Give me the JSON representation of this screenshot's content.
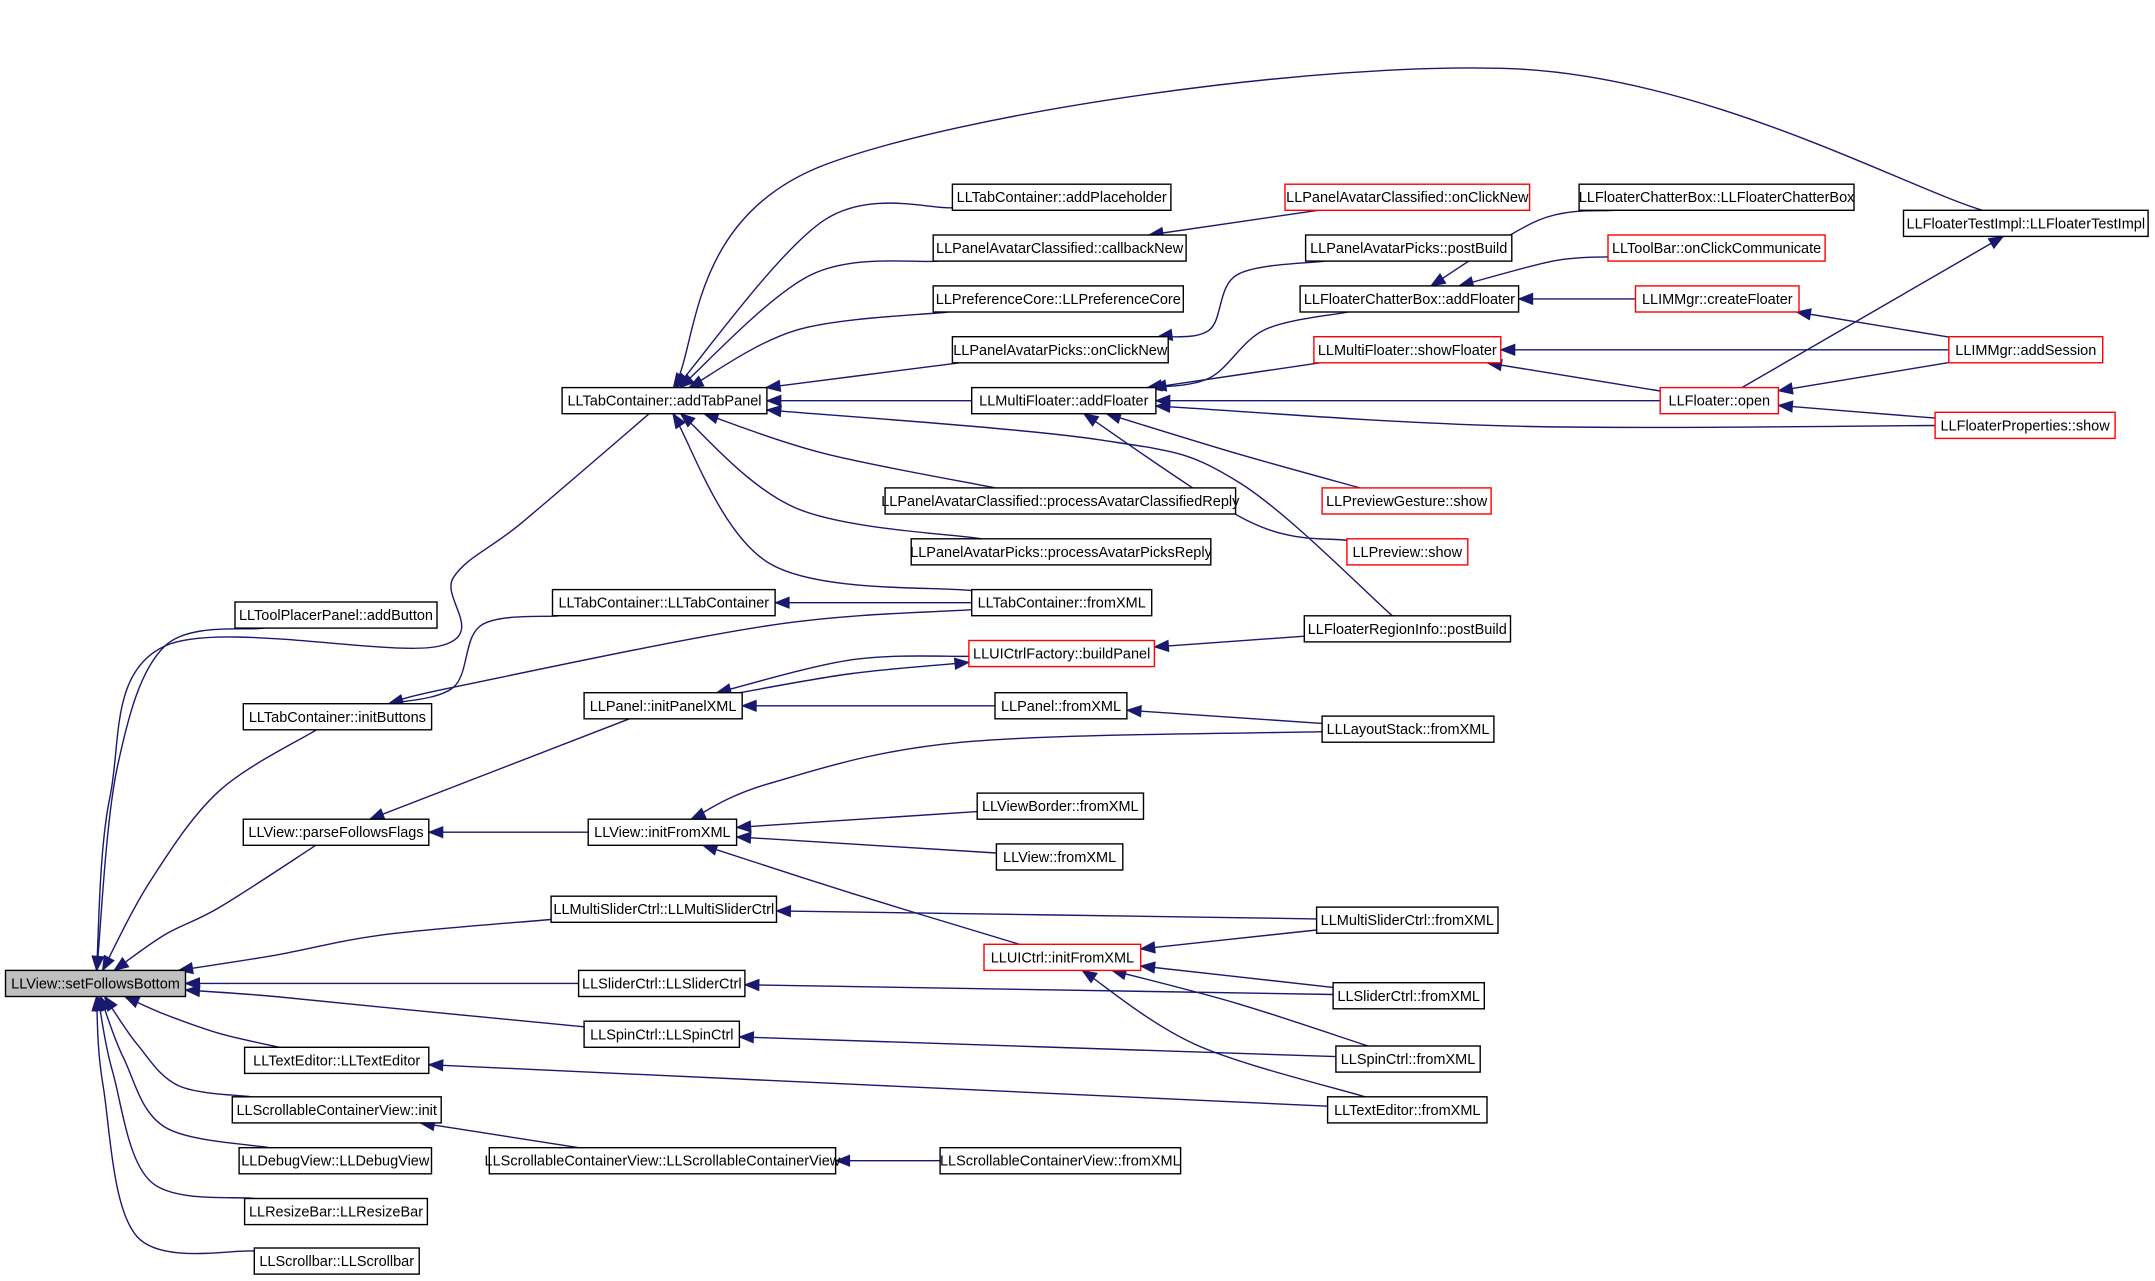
{
  "nodes": [
    {
      "id": "root",
      "label": "LLView::setFollowsBottom"
    },
    {
      "id": "toolplacer",
      "label": "LLToolPlacerPanel::addButton"
    },
    {
      "id": "tab_initbuttons",
      "label": "LLTabContainer::initButtons"
    },
    {
      "id": "view_parsefollows",
      "label": "LLView::parseFollowsFlags"
    },
    {
      "id": "texteditor_ctor",
      "label": "LLTextEditor::LLTextEditor"
    },
    {
      "id": "scrollcont_init",
      "label": "LLScrollableContainerView::init"
    },
    {
      "id": "debugview_ctor",
      "label": "LLDebugView::LLDebugView"
    },
    {
      "id": "resizebar_ctor",
      "label": "LLResizeBar::LLResizeBar"
    },
    {
      "id": "scrollbar_ctor",
      "label": "LLScrollbar::LLScrollbar"
    },
    {
      "id": "tab_addtabpanel",
      "label": "LLTabContainer::addTabPanel"
    },
    {
      "id": "tab_ctor",
      "label": "LLTabContainer::LLTabContainer"
    },
    {
      "id": "panel_initpanelxml",
      "label": "LLPanel::initPanelXML"
    },
    {
      "id": "view_initfromxml",
      "label": "LLView::initFromXML"
    },
    {
      "id": "multislider_ctor",
      "label": "LLMultiSliderCtrl::LLMultiSliderCtrl"
    },
    {
      "id": "slider_ctor",
      "label": "LLSliderCtrl::LLSliderCtrl"
    },
    {
      "id": "spin_ctor",
      "label": "LLSpinCtrl::LLSpinCtrl"
    },
    {
      "id": "scrollcont_ctor",
      "label": "LLScrollableContainerView::LLScrollableContainerView"
    },
    {
      "id": "tab_addplaceholder",
      "label": "LLTabContainer::addPlaceholder"
    },
    {
      "id": "pac_callbacknew",
      "label": "LLPanelAvatarClassified::callbackNew"
    },
    {
      "id": "prefcore_ctor",
      "label": "LLPreferenceCore::LLPreferenceCore"
    },
    {
      "id": "pap_onclicknew",
      "label": "LLPanelAvatarPicks::onClickNew"
    },
    {
      "id": "multifloater_addfloater",
      "label": "LLMultiFloater::addFloater"
    },
    {
      "id": "pac_processreply",
      "label": "LLPanelAvatarClassified::processAvatarClassifiedReply"
    },
    {
      "id": "pap_processreply",
      "label": "LLPanelAvatarPicks::processAvatarPicksReply"
    },
    {
      "id": "tab_fromxml",
      "label": "LLTabContainer::fromXML"
    },
    {
      "id": "uictrlfactory_buildpanel",
      "label": "LLUICtrlFactory::buildPanel",
      "red": true
    },
    {
      "id": "panel_fromxml",
      "label": "LLPanel::fromXML"
    },
    {
      "id": "viewborder_fromxml",
      "label": "LLViewBorder::fromXML"
    },
    {
      "id": "view_fromxml",
      "label": "LLView::fromXML"
    },
    {
      "id": "uictrl_initfromxml",
      "label": "LLUICtrl::initFromXML",
      "red": true
    },
    {
      "id": "scrollcont_fromxml",
      "label": "LLScrollableContainerView::fromXML"
    },
    {
      "id": "pac_onclicknew",
      "label": "LLPanelAvatarClassified::onClickNew",
      "red": true
    },
    {
      "id": "pap_postbuild",
      "label": "LLPanelAvatarPicks::postBuild"
    },
    {
      "id": "fcb_addfloater",
      "label": "LLFloaterChatterBox::addFloater"
    },
    {
      "id": "mf_showfloater",
      "label": "LLMultiFloater::showFloater",
      "red": true
    },
    {
      "id": "previewgesture_show",
      "label": "LLPreviewGesture::show",
      "red": true
    },
    {
      "id": "preview_show",
      "label": "LLPreview::show",
      "red": true
    },
    {
      "id": "floaterregion_postbuild",
      "label": "LLFloaterRegionInfo::postBuild"
    },
    {
      "id": "layoutstack_fromxml",
      "label": "LLLayoutStack::fromXML"
    },
    {
      "id": "multisliderctrl_fromxml",
      "label": "LLMultiSliderCtrl::fromXML"
    },
    {
      "id": "sliderctrl_fromxml",
      "label": "LLSliderCtrl::fromXML"
    },
    {
      "id": "spinctrl_fromxml",
      "label": "LLSpinCtrl::fromXML"
    },
    {
      "id": "texteditor_fromxml",
      "label": "LLTextEditor::fromXML"
    },
    {
      "id": "fcb_ctor",
      "label": "LLFloaterChatterBox::LLFloaterChatterBox"
    },
    {
      "id": "toolbar_onclickcomm",
      "label": "LLToolBar::onClickCommunicate",
      "red": true
    },
    {
      "id": "immgr_createfloater",
      "label": "LLIMMgr::createFloater",
      "red": true
    },
    {
      "id": "floater_open",
      "label": "LLFloater::open",
      "red": true
    },
    {
      "id": "floatertest_ctor",
      "label": "LLFloaterTestImpl::LLFloaterTestImpl"
    },
    {
      "id": "immgr_addsession",
      "label": "LLIMMgr::addSession",
      "red": true
    },
    {
      "id": "floaterprops_show",
      "label": "LLFloaterProperties::show",
      "red": true
    }
  ]
}
